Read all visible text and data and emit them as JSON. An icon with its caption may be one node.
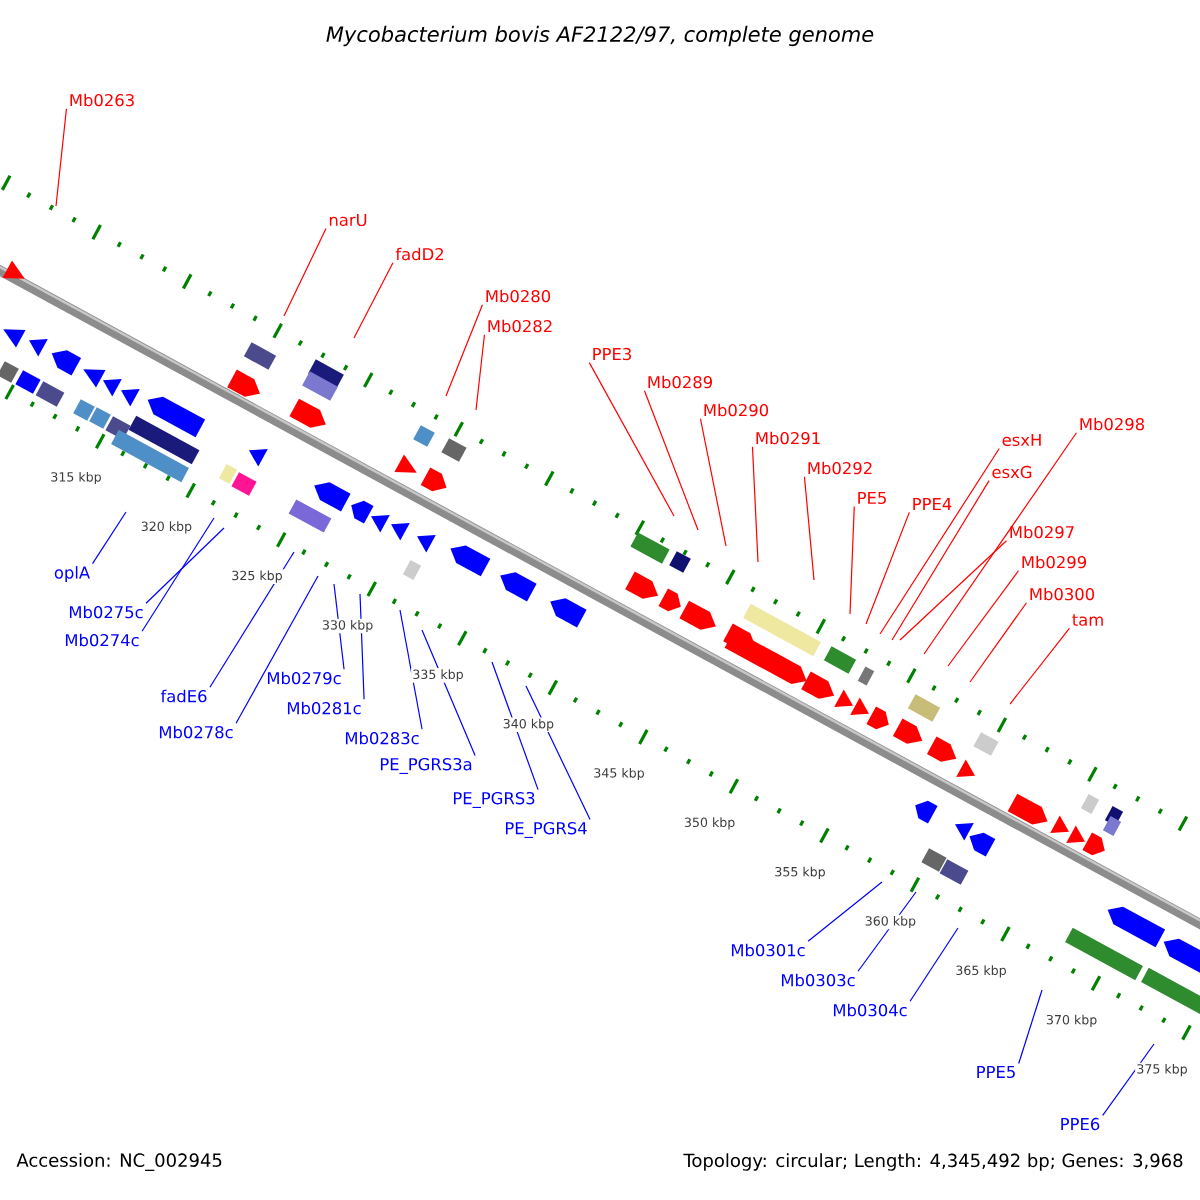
{
  "diagram": {
    "title": "Mycobacterium bovis AF2122/97, complete genome",
    "nodes": [
      {
        "text": [
          "Mb0263"
        ]
      },
      {
        "text": [
          "narU"
        ]
      },
      {
        "text": [
          "fadD2"
        ]
      },
      {
        "text": [
          "Mb0280"
        ]
      },
      {
        "text": [
          "Mb0282"
        ]
      },
      {
        "text": [
          "PPE3"
        ]
      },
      {
        "text": [
          "Mb0289"
        ]
      },
      {
        "text": [
          "Mb0290"
        ]
      },
      {
        "text": [
          "Mb0291"
        ]
      },
      {
        "text": [
          "Mb0292"
        ]
      },
      {
        "text": [
          "PE5"
        ]
      },
      {
        "text": [
          "PPE4"
        ]
      },
      {
        "text": [
          "esxH"
        ]
      },
      {
        "text": [
          "esxG"
        ]
      },
      {
        "text": [
          "Mb0298"
        ]
      },
      {
        "text": [
          "Mb0297"
        ]
      },
      {
        "text": [
          "Mb0299"
        ]
      },
      {
        "text": [
          "Mb0300"
        ]
      },
      {
        "text": [
          "tam"
        ]
      },
      {
        "text": [
          "oplA"
        ]
      },
      {
        "text": [
          "Mb0275c"
        ]
      },
      {
        "text": [
          "Mb0274c"
        ]
      },
      {
        "text": [
          "fadE6"
        ]
      },
      {
        "text": [
          "Mb0279c"
        ]
      },
      {
        "text": [
          "Mb0278c"
        ]
      },
      {
        "text": [
          "Mb0281c"
        ]
      },
      {
        "text": [
          "Mb0283c"
        ]
      },
      {
        "text": [
          "PE_PGRS3a"
        ]
      },
      {
        "text": [
          "PE_PGRS3"
        ]
      },
      {
        "text": [
          "PE_PGRS4"
        ]
      },
      {
        "text": [
          "Mb0301c"
        ]
      },
      {
        "text": [
          "Mb0303c"
        ]
      },
      {
        "text": [
          "Mb0304c"
        ]
      },
      {
        "text": [
          "PPE5"
        ]
      },
      {
        "text": [
          "PPE6"
        ]
      }
    ],
    "edges": [
      {
        "from": 0,
        "to": null,
        "arrow": "none"
      },
      {
        "from": 1,
        "to": null,
        "arrow": "none"
      },
      {
        "from": 2,
        "to": null,
        "arrow": "none"
      },
      {
        "from": 3,
        "to": null,
        "arrow": "none"
      },
      {
        "from": 4,
        "to": null,
        "arrow": "none"
      },
      {
        "from": 5,
        "to": null,
        "arrow": "none"
      },
      {
        "from": 6,
        "to": null,
        "arrow": "none"
      },
      {
        "from": 7,
        "to": null,
        "arrow": "none"
      },
      {
        "from": 8,
        "to": null,
        "arrow": "none"
      },
      {
        "from": 9,
        "to": null,
        "arrow": "none"
      },
      {
        "from": 10,
        "to": null,
        "arrow": "none"
      },
      {
        "from": 11,
        "to": null,
        "arrow": "none"
      },
      {
        "from": 12,
        "to": null,
        "arrow": "none"
      },
      {
        "from": 13,
        "to": null,
        "arrow": "none"
      },
      {
        "from": 14,
        "to": null,
        "arrow": "none"
      },
      {
        "from": 15,
        "to": null,
        "arrow": "none"
      },
      {
        "from": 16,
        "to": null,
        "arrow": "none"
      },
      {
        "from": 17,
        "to": null,
        "arrow": "none"
      },
      {
        "from": 18,
        "to": null,
        "arrow": "none"
      },
      {
        "from": 19,
        "to": null,
        "arrow": "none",
        "color": "#0000ff"
      },
      {
        "from": 20,
        "to": null,
        "arrow": "none",
        "color": "#0000ff"
      },
      {
        "from": 21,
        "to": null,
        "arrow": "none",
        "color": "#0000ff"
      },
      {
        "from": 22,
        "to": null,
        "arrow": "none",
        "color": "#0000ff"
      },
      {
        "from": 23,
        "to": null,
        "arrow": "none",
        "color": "#0000ff"
      },
      {
        "from": 24,
        "to": null,
        "arrow": "none",
        "color": "#0000ff"
      },
      {
        "from": 25,
        "to": null,
        "arrow": "none",
        "color": "#0000ff"
      },
      {
        "from": 26,
        "to": null,
        "arrow": "none",
        "color": "#0000ff"
      },
      {
        "from": 27,
        "to": null,
        "arrow": "none",
        "color": "#0000ff"
      },
      {
        "from": 28,
        "to": null,
        "arrow": "none",
        "color": "#0000ff"
      },
      {
        "from": 29,
        "to": null,
        "arrow": "none",
        "color": "#0000ff"
      },
      {
        "from": 30,
        "to": null,
        "arrow": "none",
        "color": "#0000ff"
      },
      {
        "from": 31,
        "to": null,
        "arrow": "none",
        "color": "#0000ff"
      },
      {
        "from": 32,
        "to": null,
        "arrow": "none",
        "color": "#0000ff"
      },
      {
        "from": 33,
        "to": null,
        "arrow": "none",
        "color": "#0000ff"
      },
      {
        "from": 34,
        "to": null,
        "arrow": "none",
        "color": "#0000ff"
      }
    ],
    "labels": [
      "315 kbp",
      "320 kbp",
      "325 kbp",
      "330 kbp",
      "335 kbp",
      "340 kbp",
      "345 kbp",
      "350 kbp",
      "355 kbp",
      "360 kbp",
      "365 kbp",
      "370 kbp",
      "375 kbp",
      "Accession: NC_002945",
      "Topology: circular; Length: 4,345,492 bp; Genes: 3,968"
    ]
  }
}
